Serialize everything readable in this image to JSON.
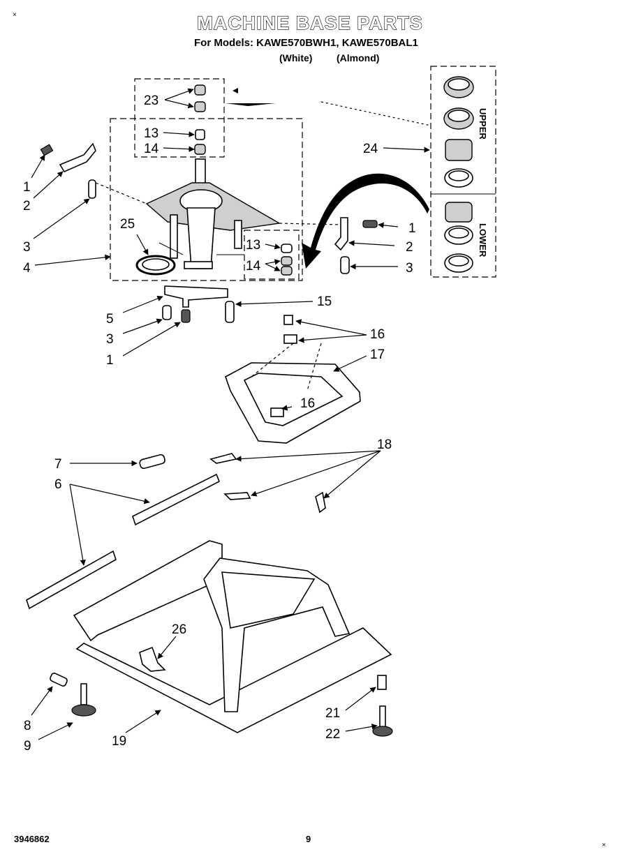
{
  "header": {
    "title": "MACHINE BASE PARTS",
    "models_line": "For Models: KAWE570BWH1, KAWE570BAL1",
    "variant_white": "(White)",
    "variant_almond": "(Almond)"
  },
  "side_labels": {
    "upper": "UPPER",
    "lower": "LOWER"
  },
  "callouts": {
    "c23": "23",
    "c13a": "13",
    "c14a": "14",
    "c1a": "1",
    "c2a": "2",
    "c3a": "3",
    "c4": "4",
    "c25": "25",
    "c24": "24",
    "c1b": "1",
    "c2b": "2",
    "c3b": "3",
    "c13b": "13",
    "c14b": "14",
    "c5": "5",
    "c3c": "3",
    "c1c": "1",
    "c15": "15",
    "c16a": "16",
    "c17": "17",
    "c16b": "16",
    "c7": "7",
    "c6": "6",
    "c18": "18",
    "c26": "26",
    "c8": "8",
    "c9": "9",
    "c19": "19",
    "c21": "21",
    "c22": "22"
  },
  "footer": {
    "part_number": "3946862",
    "page_number": "9"
  }
}
